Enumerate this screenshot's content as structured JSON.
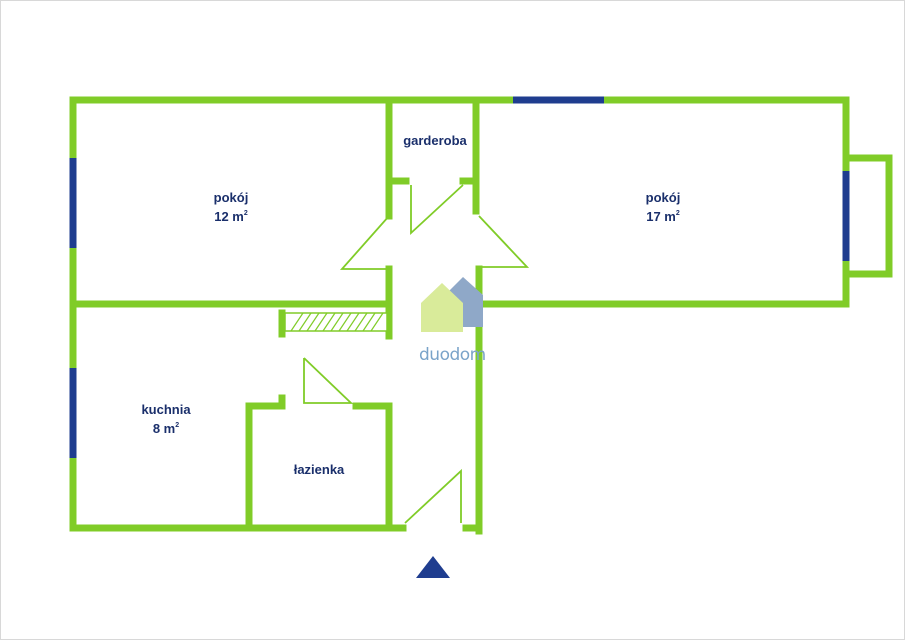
{
  "rooms": {
    "pokoj_left": {
      "name": "pokój",
      "area": "12 m",
      "sup": "2"
    },
    "garderoba": {
      "name": "garderoba"
    },
    "pokoj_right": {
      "name": "pokój",
      "area": "17 m",
      "sup": "2"
    },
    "kuchnia": {
      "name": "kuchnia",
      "area": "8 m",
      "sup": "2"
    },
    "lazienka": {
      "name": "łazienka"
    }
  },
  "logo": {
    "text": "duodom"
  },
  "colors": {
    "wall": "#80cc28",
    "window": "#1f3d8f",
    "label": "#1a2f6b",
    "logo_house_front": "#d9eb9a",
    "logo_house_back": "#8fa8c8",
    "logo_text": "#7aa3c9",
    "entrance_arrow": "#1f3d8f"
  }
}
